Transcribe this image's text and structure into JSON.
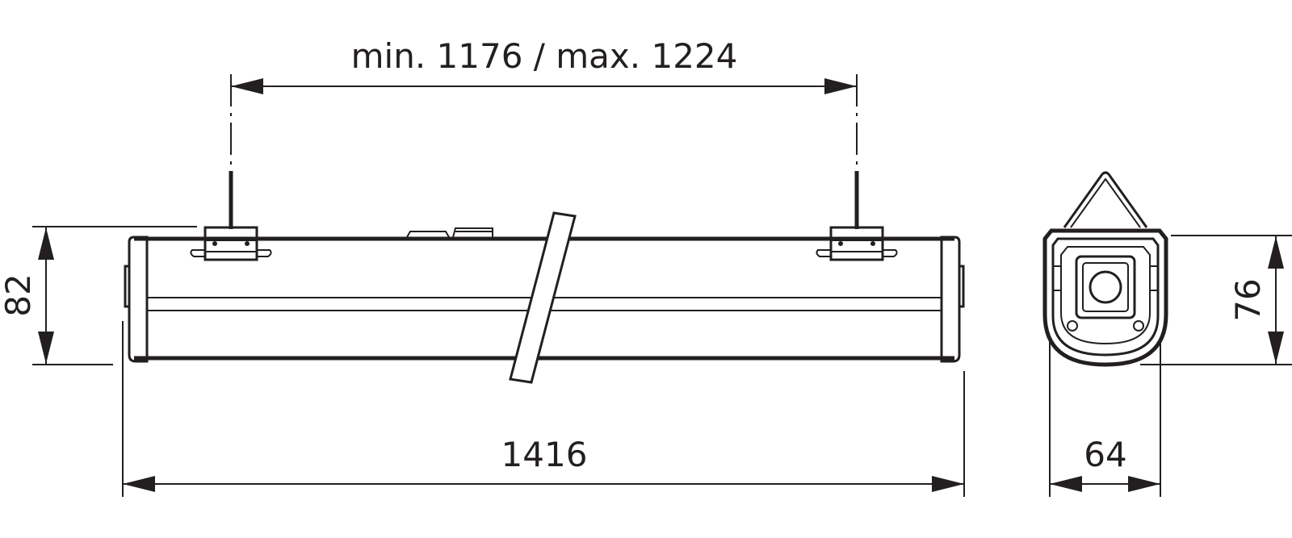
{
  "dimensions": {
    "suspension_spacing": "min. 1176 / max. 1224",
    "length": "1416",
    "height_side": "82",
    "height_end": "76",
    "width_end": "64"
  },
  "colors": {
    "line": "#231f20",
    "background": "#ffffff"
  }
}
